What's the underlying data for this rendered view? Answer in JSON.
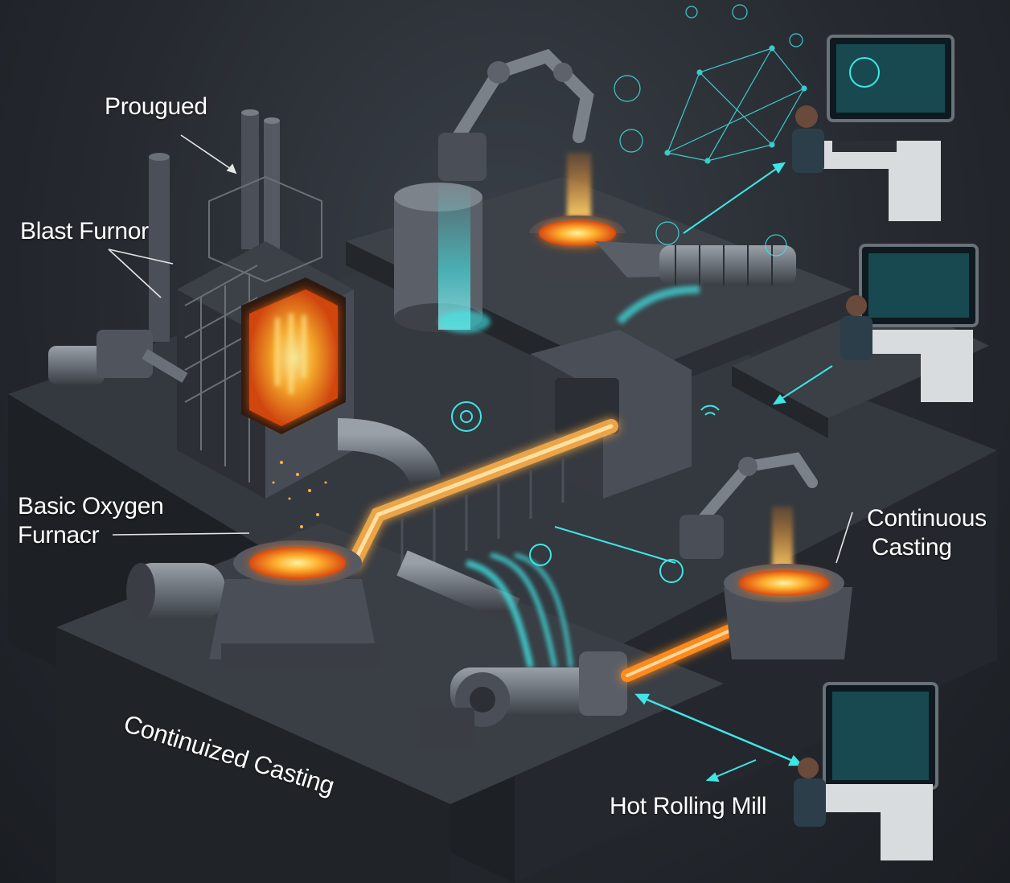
{
  "labels": {
    "prougued": "Prougued",
    "blast_furnor": "Blast Furnor",
    "basic_oxygen_line1": "Basic Oxygen",
    "basic_oxygen_line2": "Furnacr",
    "continuous_line1": "Continuous",
    "continuous_line2": "Casting",
    "continuized_casting": "Continuized Casting",
    "hot_rolling_mill": "Hot Rolling Mill"
  },
  "colors": {
    "background": "#2a2e34",
    "molten": "#ff8a1e",
    "glow_hot": "#ffd36a",
    "data_cyan": "#3fe6e6",
    "platform_top": "#3b3f46",
    "platform_side": "#1e2126",
    "metal": "#6f757d"
  },
  "icons": [
    "robot-arm-icon",
    "network-graph-icon",
    "monitor-icon",
    "gear-icon",
    "wifi-icon",
    "data-node-icon"
  ]
}
